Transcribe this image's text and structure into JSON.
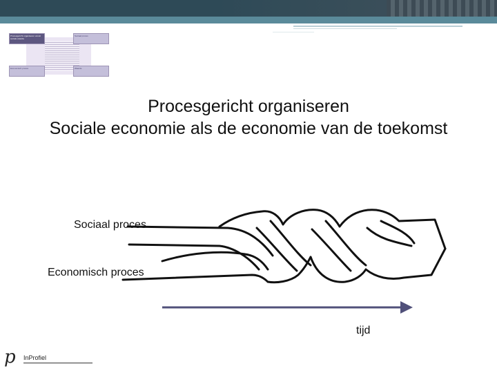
{
  "slide": {
    "title_line_1": "Procesgericht organiseren",
    "title_line_2": "Sociale economie als de economie van de toekomst"
  },
  "thumbnail": {
    "top_left": "Procesgericht organiseren vanuit sociale waarde",
    "top_right": "Sociaal proces",
    "bottom_left": "Economisch proces",
    "bottom_right": "Waarde"
  },
  "diagram": {
    "social_label": "Sociaal proces",
    "economic_label": "Economisch proces",
    "time_label": "tijd",
    "arrow_color": "#50507a",
    "line_color": "#111111"
  },
  "footer": {
    "logo_mark": "p",
    "brand": "InProfiel"
  },
  "colors": {
    "header_dark": "#2e4a57",
    "header_teal": "#5a8a9a",
    "thumbnail_accent": "#5d5780"
  }
}
